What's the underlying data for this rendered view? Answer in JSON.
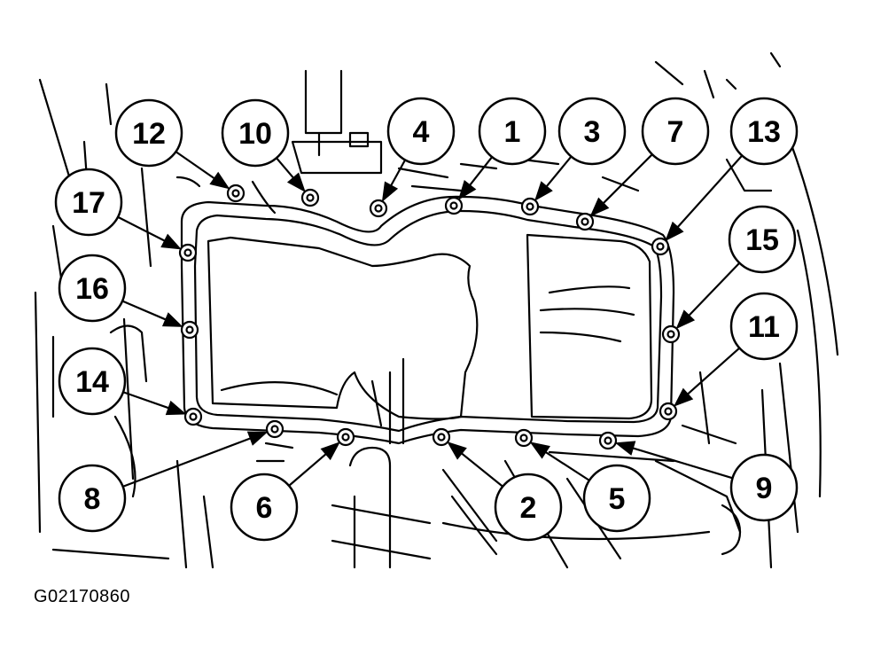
{
  "figure_code": "G02170860",
  "colors": {
    "line": "#000000",
    "background": "#ffffff"
  },
  "callouts": [
    {
      "label": "12"
    },
    {
      "label": "10"
    },
    {
      "label": "4"
    },
    {
      "label": "1"
    },
    {
      "label": "3"
    },
    {
      "label": "7"
    },
    {
      "label": "13"
    },
    {
      "label": "17"
    },
    {
      "label": "15"
    },
    {
      "label": "16"
    },
    {
      "label": "11"
    },
    {
      "label": "14"
    },
    {
      "label": "8"
    },
    {
      "label": "6"
    },
    {
      "label": "2"
    },
    {
      "label": "5"
    },
    {
      "label": "9"
    }
  ]
}
